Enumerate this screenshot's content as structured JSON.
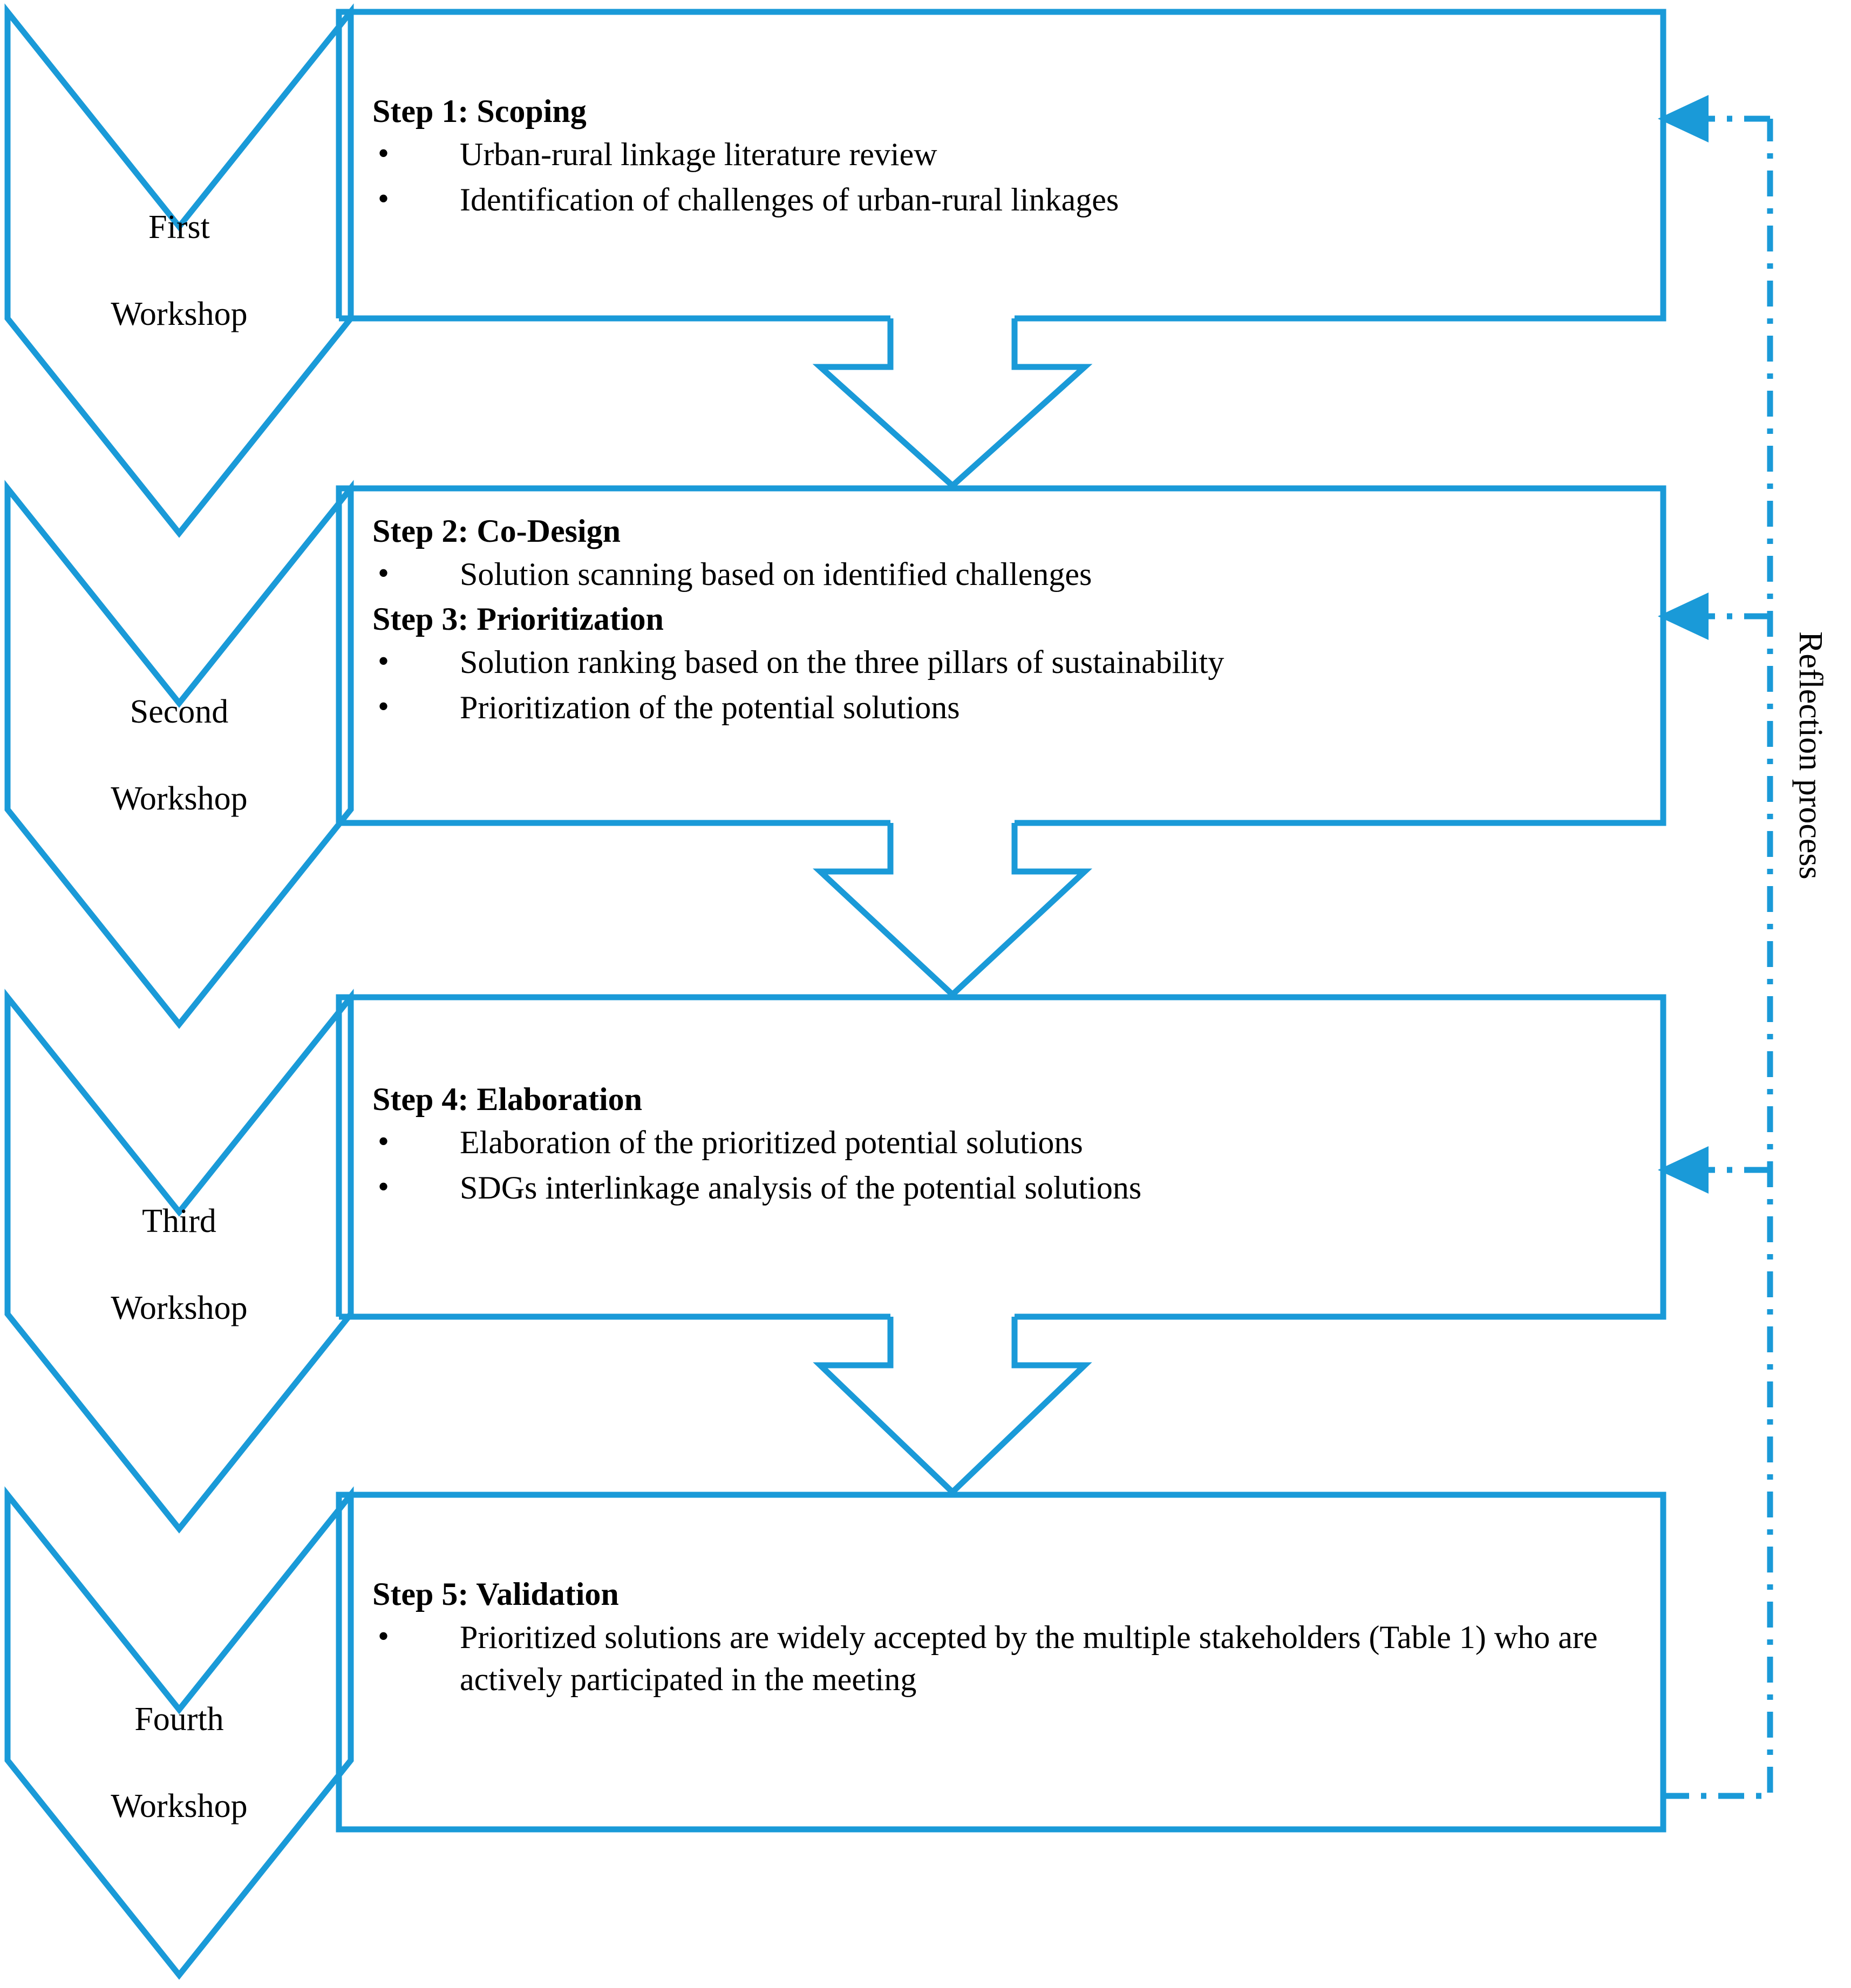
{
  "theme": {
    "accent": "#1a9ad8",
    "text": "#000000",
    "background": "#ffffff"
  },
  "workshops": [
    {
      "id": "first",
      "line1": "First",
      "line2": "Workshop"
    },
    {
      "id": "second",
      "line1": "Second",
      "line2": "Workshop"
    },
    {
      "id": "third",
      "line1": "Third",
      "line2": "Workshop"
    },
    {
      "id": "fourth",
      "line1": "Fourth",
      "line2": "Workshop"
    }
  ],
  "steps": [
    {
      "id": "step-1",
      "blocks": [
        {
          "title": "Step 1: Scoping",
          "bullets": [
            "Urban-rural linkage literature review",
            "Identification of challenges of urban-rural linkages"
          ]
        }
      ]
    },
    {
      "id": "step-2-3",
      "blocks": [
        {
          "title": "Step 2: Co-Design",
          "bullets": [
            "Solution scanning based on identified challenges"
          ]
        },
        {
          "title": "Step 3: Prioritization",
          "bullets": [
            "Solution ranking based on the three pillars of sustainability",
            "Prioritization of the potential solutions"
          ]
        }
      ]
    },
    {
      "id": "step-4",
      "blocks": [
        {
          "title": "Step 4: Elaboration",
          "bullets": [
            "Elaboration of the prioritized potential solutions",
            "SDGs interlinkage analysis of the potential solutions"
          ]
        }
      ]
    },
    {
      "id": "step-5",
      "blocks": [
        {
          "title": "Step 5: Validation",
          "bullets": [
            "Prioritized solutions are widely accepted by the multiple stakeholders (Table 1) who are actively participated in the meeting"
          ]
        }
      ]
    }
  ],
  "reflection": {
    "label": "Reflection process"
  }
}
